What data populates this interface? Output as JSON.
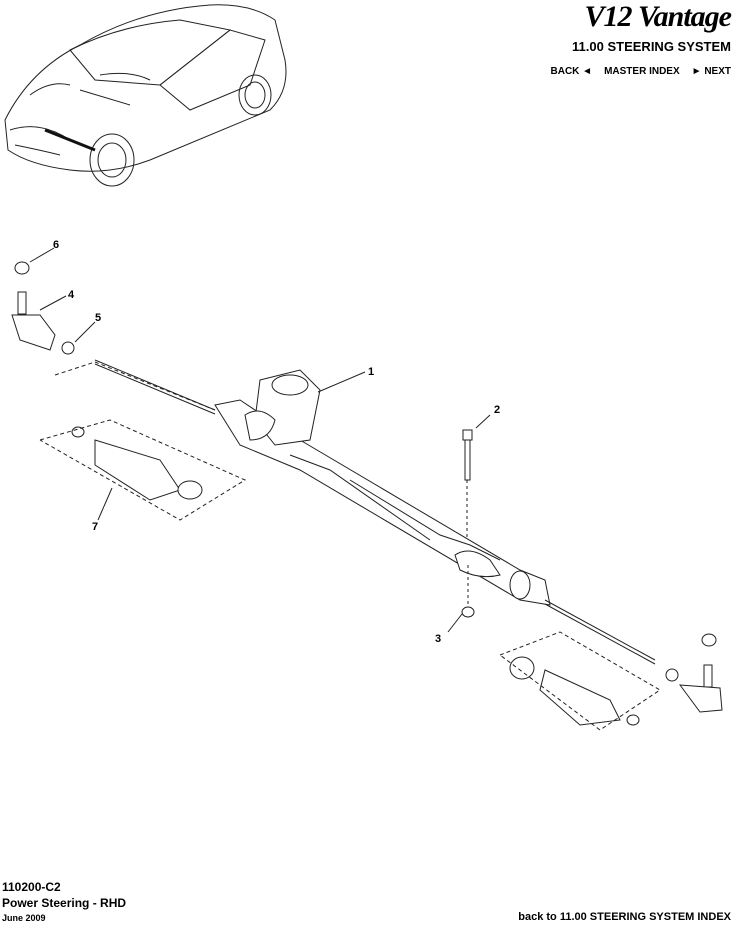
{
  "header": {
    "brand": "V12 Vantage",
    "section_title": "11.00 STEERING SYSTEM",
    "nav": {
      "back": "BACK ◄",
      "master_index": "MASTER INDEX",
      "next": "► NEXT"
    }
  },
  "callouts": [
    "1",
    "2",
    "3",
    "4",
    "5",
    "6",
    "7"
  ],
  "footer": {
    "code": "110200-C2",
    "title": "Power Steering - RHD",
    "date": "June 2009",
    "back_link": "back to 11.00 STEERING SYSTEM INDEX"
  }
}
